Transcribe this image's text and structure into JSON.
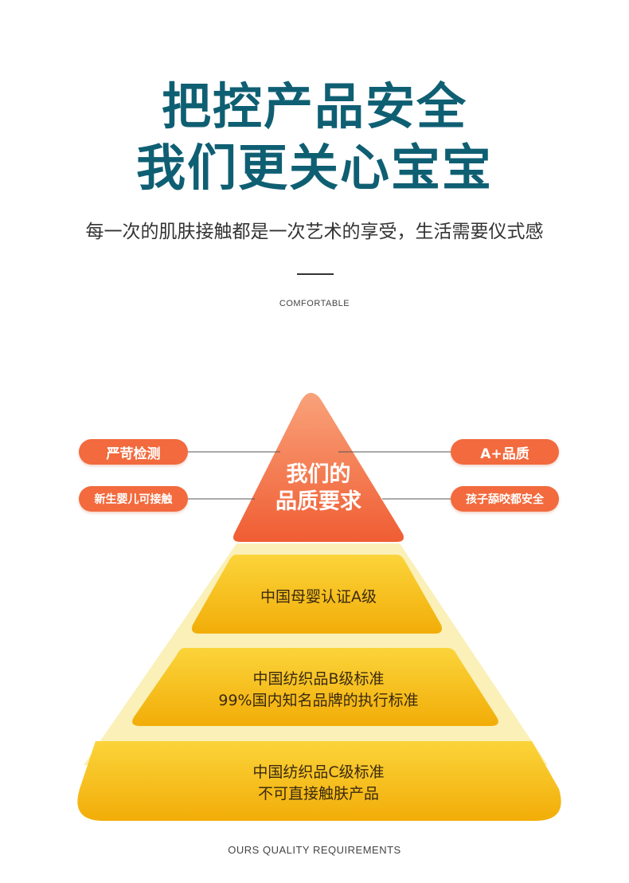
{
  "header": {
    "title_line1": "把控产品安全",
    "title_line2": "我们更关心宝宝",
    "subtitle": "每一次的肌肤接触都是一次艺术的享受，生活需要仪式感",
    "tag": "COMFORTABLE"
  },
  "pyramid": {
    "peak_line1": "我们的",
    "peak_line2": "品质要求",
    "left_labels": [
      "严苛检测",
      "新生婴儿可接触"
    ],
    "right_labels": [
      "A+品质",
      "孩子舔咬都安全"
    ],
    "tier1": {
      "line1": "中国母婴认证A级"
    },
    "tier2": {
      "line1": "中国纺织品B级标准",
      "line2": "99%国内知名品牌的执行标准"
    },
    "tier3": {
      "line1": "中国纺织品C级标准",
      "line2": "不可直接触肤产品"
    }
  },
  "footer": {
    "tag": "OURS QUALITY REQUIREMENTS"
  },
  "colors": {
    "title": "#0f5f73",
    "accent_orange": "#f26a3d",
    "tier_yellow": "#f5b90c",
    "halo_yellow": "#faf0b8"
  }
}
